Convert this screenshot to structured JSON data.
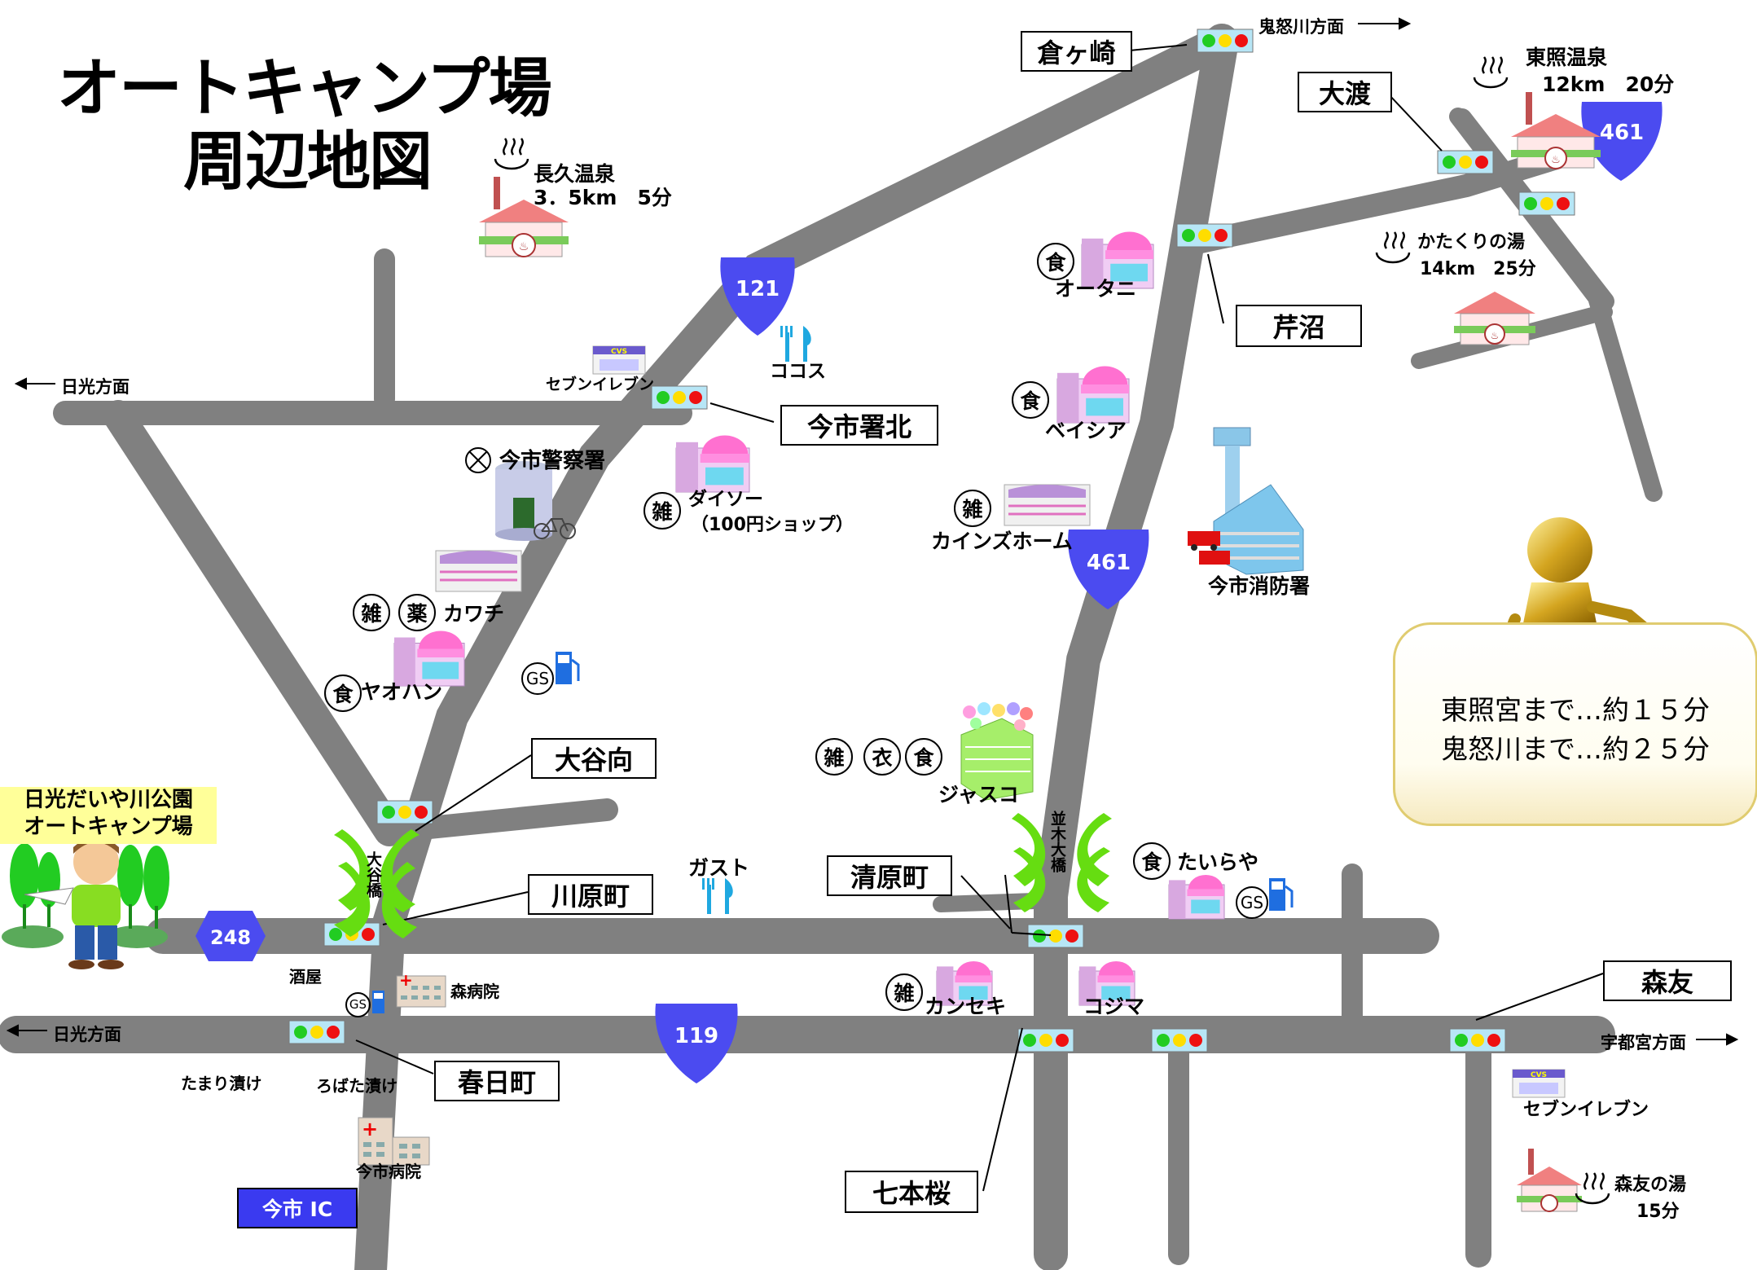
{
  "title": {
    "line1": "オートキャンプ場",
    "line2": "周辺地図"
  },
  "camp": {
    "line1": "日光だいや川公園",
    "line2": "オートキャンプ場"
  },
  "directions": {
    "kinugawa": "鬼怒川方面",
    "nikko_upper": "日光方面",
    "nikko_lower": "日光方面",
    "utsunomiya": "宇都宮方面"
  },
  "route_shields": {
    "r121": "121",
    "r461_upper": "461",
    "r461_center": "461",
    "r119": "119",
    "r248": "248"
  },
  "intersections": {
    "kuragasaki": "倉ヶ崎",
    "owatari": "大渡",
    "serinuma": "芹沼",
    "imaichi_shokita": "今市署北",
    "oyamukai": "大谷向",
    "kawaramachi": "川原町",
    "kiyoharacho": "清原町",
    "kasugacho": "春日町",
    "shichihonzakura": "七本桜",
    "moritomo": "森友"
  },
  "onsen": {
    "nagahisa_name": "長久温泉",
    "nagahisa_info": "3．5km　5分",
    "toshogu_name": "東照温泉",
    "toshogu_info": "12km　20分",
    "katakuri_name": "かたくりの湯",
    "katakuri_info": "14km　25分",
    "moritomo_name": "森友の湯",
    "moritomo_info": "15分"
  },
  "places": {
    "seven_eleven_1": "セブンイレブン",
    "seven_eleven_2": "セブンイレブン",
    "cvs_sign": "CVS",
    "cocos": "ココス",
    "police": "今市警察署",
    "daiso": "ダイソー",
    "daiso_sub": "（100円ショップ）",
    "kawachi": "カワチ",
    "yaohan": "ヤオハン",
    "gs": "GS",
    "otani": "オータニ",
    "beisia": "ベイシア",
    "cainz": "カインズホーム",
    "fire_station": "今市消防署",
    "jusco": "ジャスコ",
    "gusto": "ガスト",
    "taira": "たいらや",
    "kanseki": "カンセキ",
    "kojima": "コジマ",
    "sakaya": "酒屋",
    "mori_hospital": "森病院",
    "imaichi_hospital": "今市病院",
    "tamari": "たまり漬け",
    "robata": "ろばた漬け",
    "imaichi_ic": "今市 IC"
  },
  "bridges": {
    "otani_bashi": "大谷橋",
    "namiki_ohashi": "並木大橋"
  },
  "badges": {
    "food": "食",
    "misc": "雑",
    "drug": "薬",
    "clothes": "衣"
  },
  "info": {
    "line1": "東照宮まで…約１５分",
    "line2": "鬼怒川まで…約２５分"
  },
  "colors": {
    "road": "#808080",
    "shield": "#4b4bf0",
    "signal_green": "#22cc22",
    "signal_yellow": "#ffdd00",
    "signal_red": "#ee1111",
    "camp_label_bg": "#ffff99",
    "ic_box": "#3a3af0"
  }
}
